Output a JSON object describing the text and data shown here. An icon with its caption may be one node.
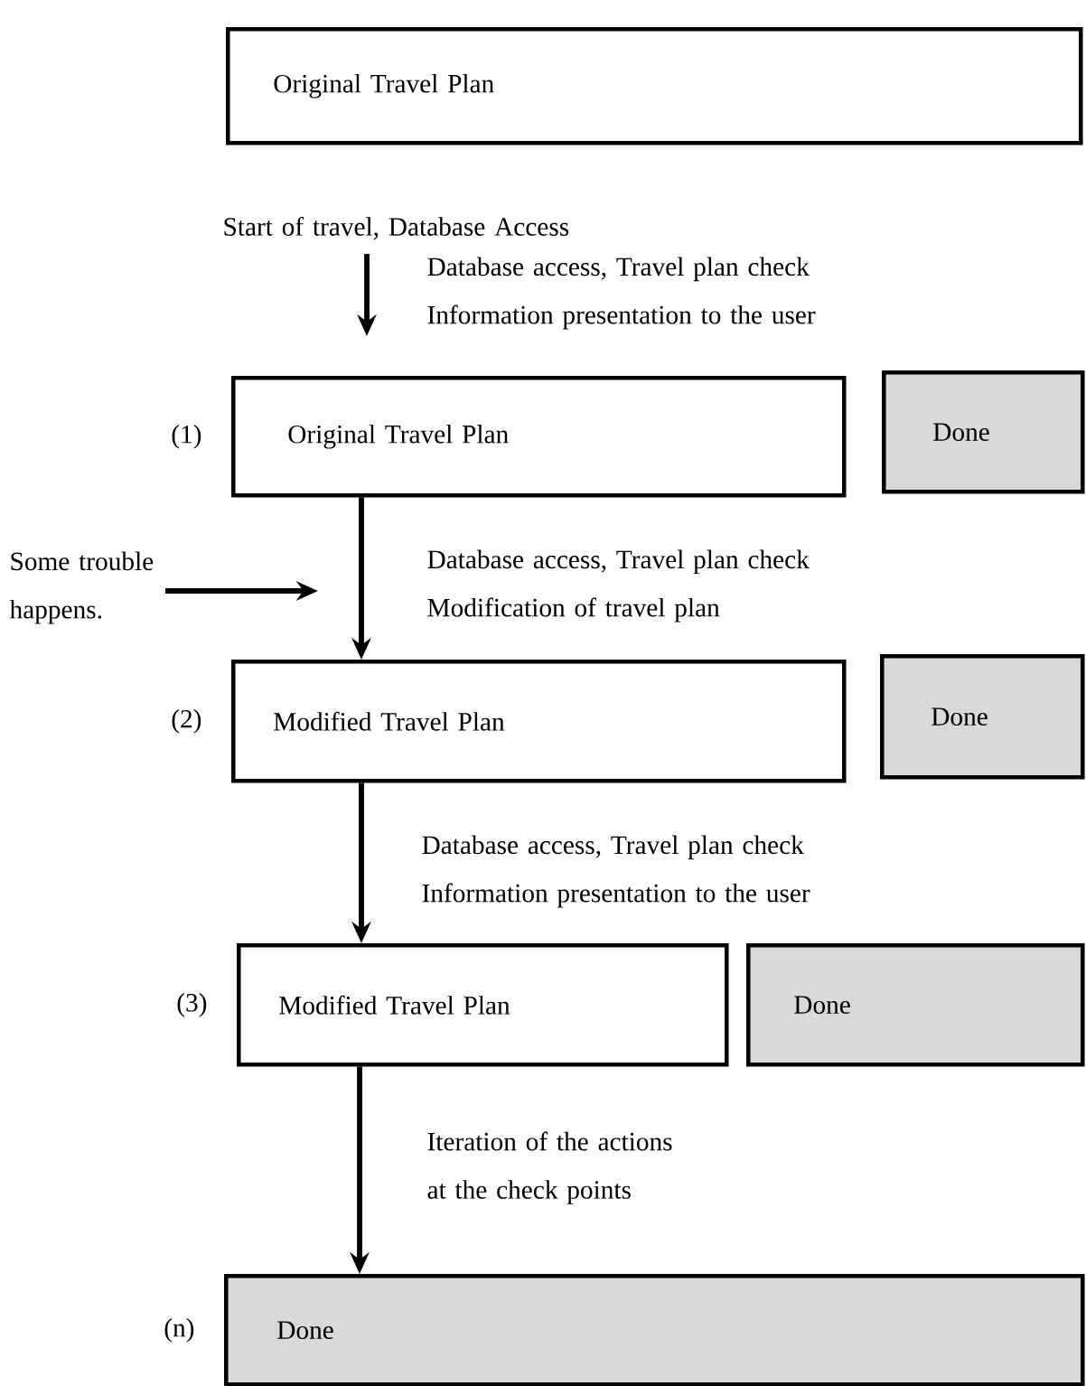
{
  "diagram": {
    "nodes": [
      {
        "text": [
          "Original Travel Plan"
        ]
      },
      {
        "text": [
          "Start of travel, Database Access"
        ]
      },
      {
        "text": [
          "Original Travel Plan"
        ],
        "beside": [
          "(1)"
        ]
      },
      {
        "text": [
          "Done"
        ]
      },
      {
        "text": [
          "Some trouble happens."
        ]
      },
      {
        "text": [
          "Modified Travel Plan"
        ],
        "beside": [
          "(2)"
        ]
      },
      {
        "text": [
          "Done"
        ]
      },
      {
        "text": [
          "Modified Travel Plan"
        ],
        "beside": [
          "(3)"
        ]
      },
      {
        "text": [
          "Done"
        ]
      },
      {
        "text": [
          "Done"
        ],
        "beside": [
          "(n)"
        ]
      }
    ],
    "edges": [
      {
        "from": 1,
        "to": 2,
        "arrow": "to",
        "label": "Database access, Travel plan check Information presentation to the user"
      },
      {
        "from": 4,
        "to": null,
        "arrow": "to"
      },
      {
        "from": 2,
        "to": 5,
        "arrow": "to",
        "label": "Database access, Travel plan check Modification of travel plan"
      },
      {
        "from": 5,
        "to": 7,
        "arrow": "to",
        "label": "Database access, Travel plan check Information presentation to the user"
      },
      {
        "from": 7,
        "to": 9,
        "arrow": "to",
        "label": "Iteration of the actions at the check points"
      }
    ]
  }
}
